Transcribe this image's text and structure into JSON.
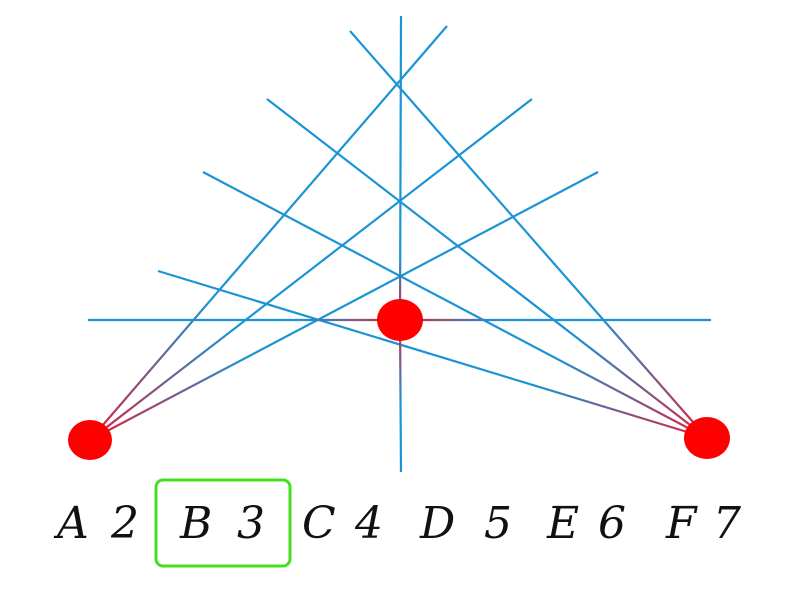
{
  "options": [
    {
      "letter": "A",
      "number": "2"
    },
    {
      "letter": "B",
      "number": "3"
    },
    {
      "letter": "C",
      "number": "4"
    },
    {
      "letter": "D",
      "number": "5"
    },
    {
      "letter": "E",
      "number": "6"
    },
    {
      "letter": "F",
      "number": "7"
    }
  ],
  "selected_option": "B",
  "colors": {
    "line": "#1a94d4",
    "line_red": "#e0203c",
    "dot": "#ff0000",
    "selection_box": "#44e020",
    "text": "#111111"
  }
}
